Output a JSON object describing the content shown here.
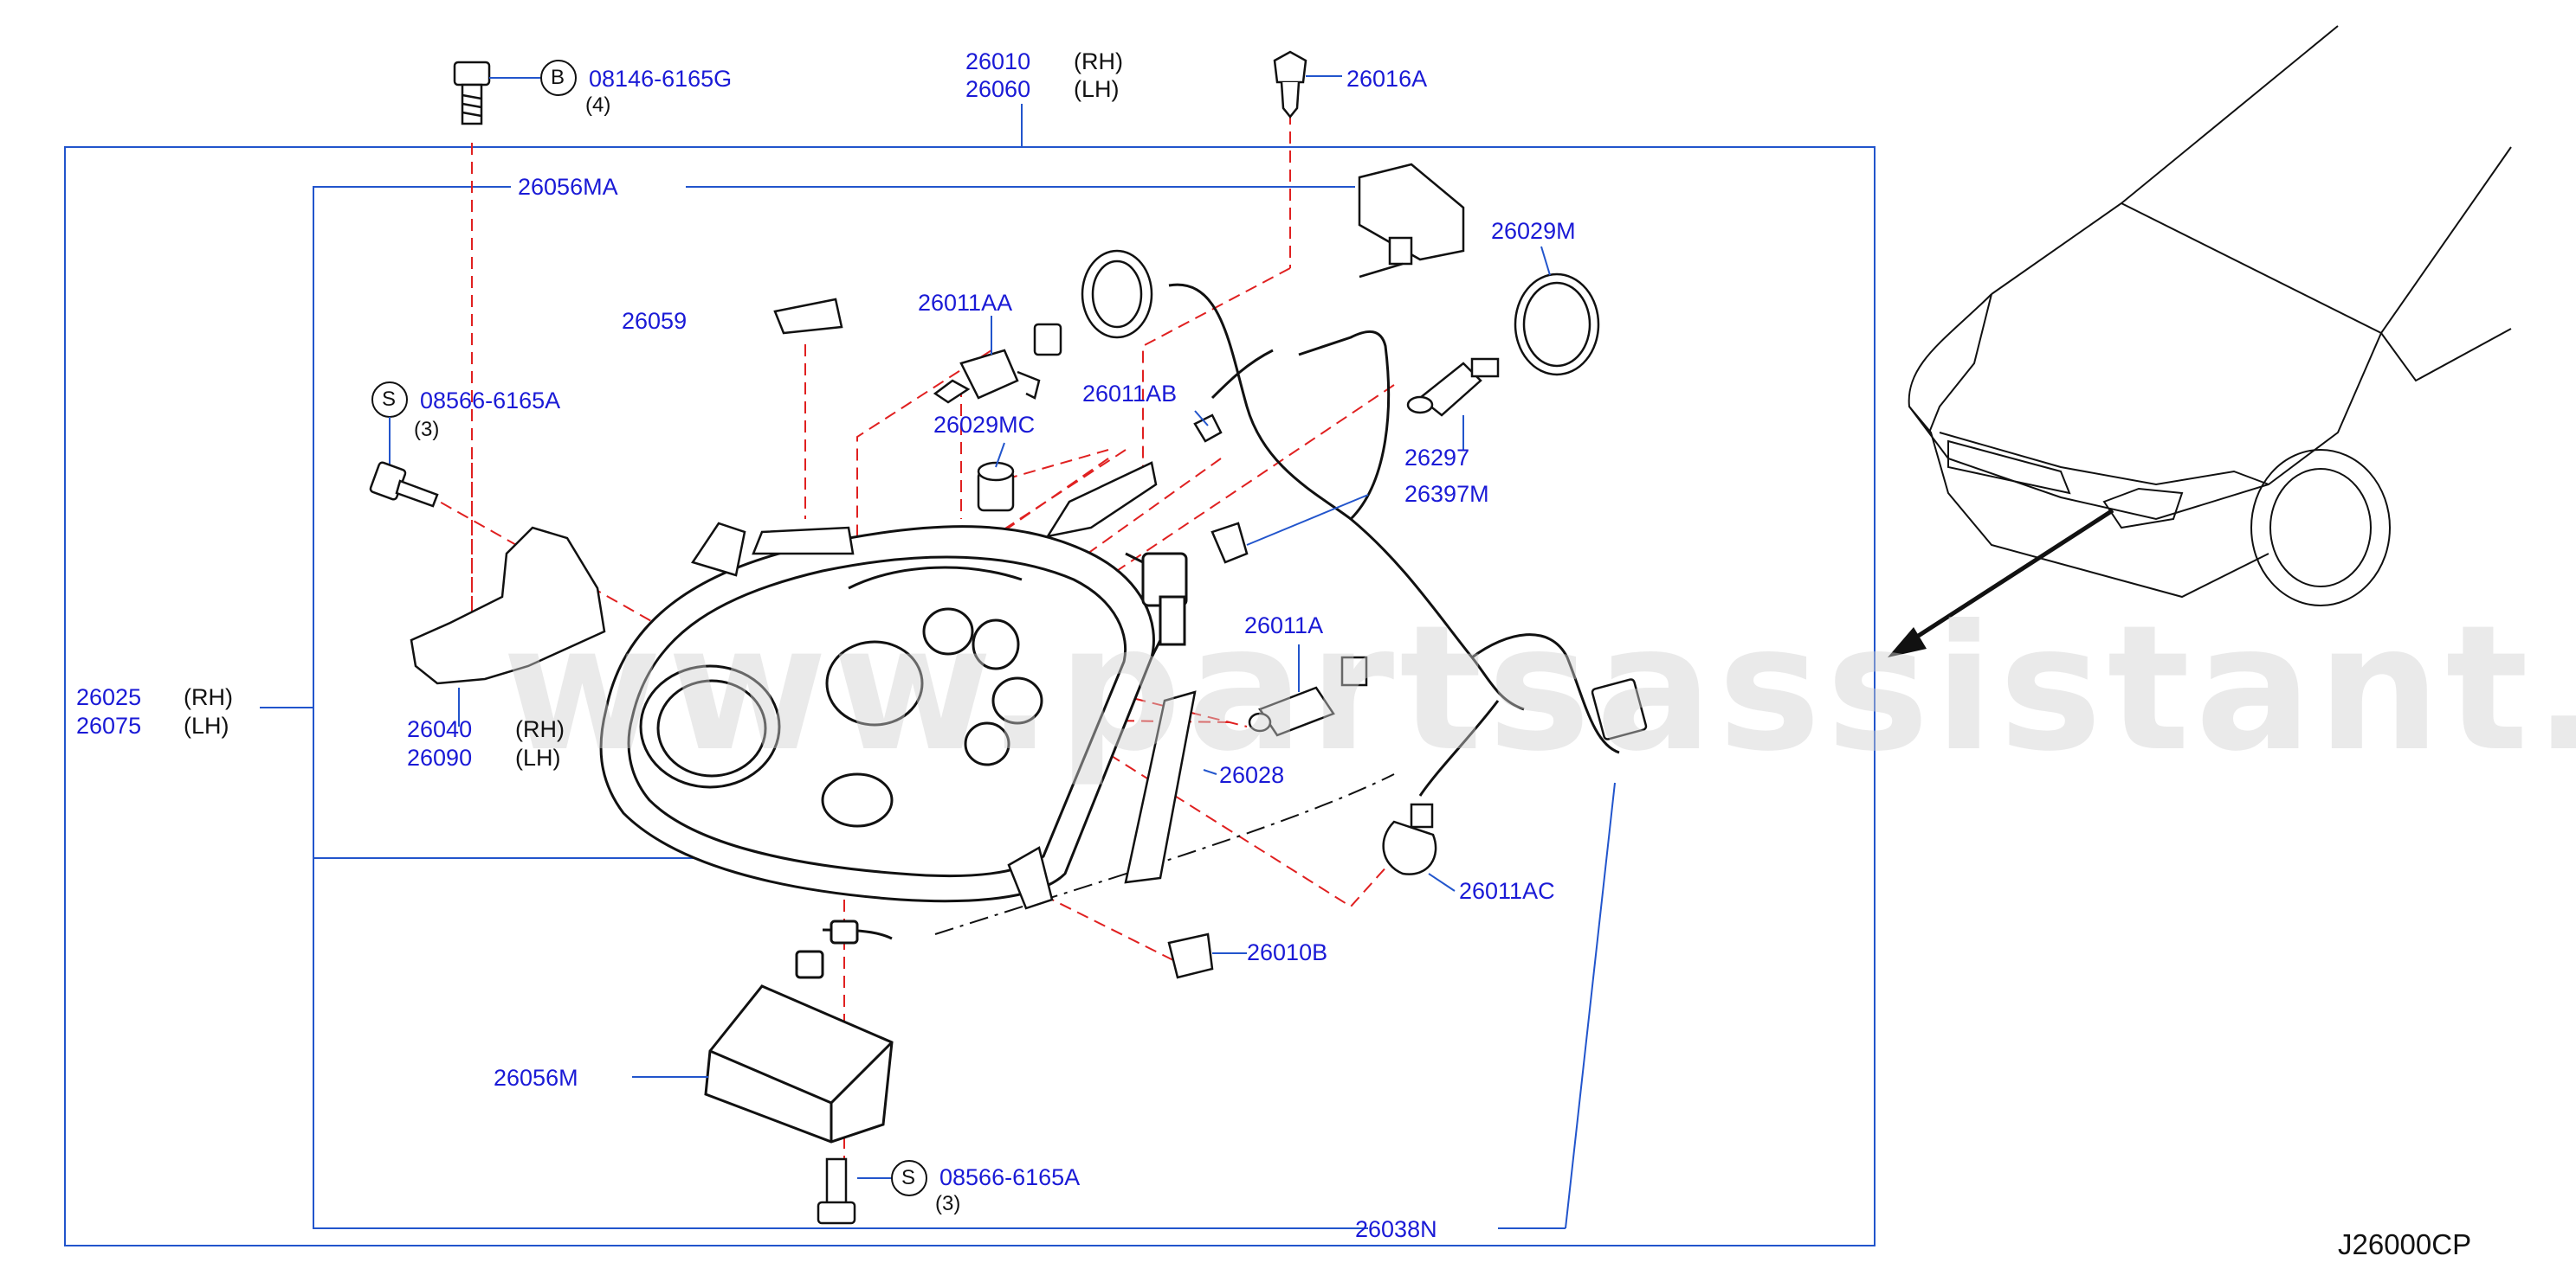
{
  "watermark": "www.partsassistant.com",
  "diagram_code": "J26000CP",
  "colors": {
    "label": "#1a1ad6",
    "line": "#2255cc",
    "dash": "#e02020",
    "ink": "#111111"
  },
  "labels": {
    "p26010": "26010",
    "p26060": "26060",
    "rh": "(RH)",
    "lh": "(LH)",
    "bolt_b": "08146-6165G",
    "bolt_b_qty": "(4)",
    "b_mark": "B",
    "p26016A": "26016A",
    "p26056MA": "26056MA",
    "p26029M": "26029M",
    "p26059": "26059",
    "p26011AA": "26011AA",
    "p26011AB": "26011AB",
    "screw_s": "08566-6165A",
    "screw_s_qty": "(3)",
    "s_mark": "S",
    "p26029MC": "26029MC",
    "p26297": "26297",
    "p26397M": "26397M",
    "p26025": "26025",
    "p26075": "26075",
    "p26040": "26040",
    "p26090": "26090",
    "p26011A": "26011A",
    "p26028": "26028",
    "p26011AC": "26011AC",
    "p26010B": "26010B",
    "p26056M": "26056M",
    "p26038N": "26038N"
  }
}
